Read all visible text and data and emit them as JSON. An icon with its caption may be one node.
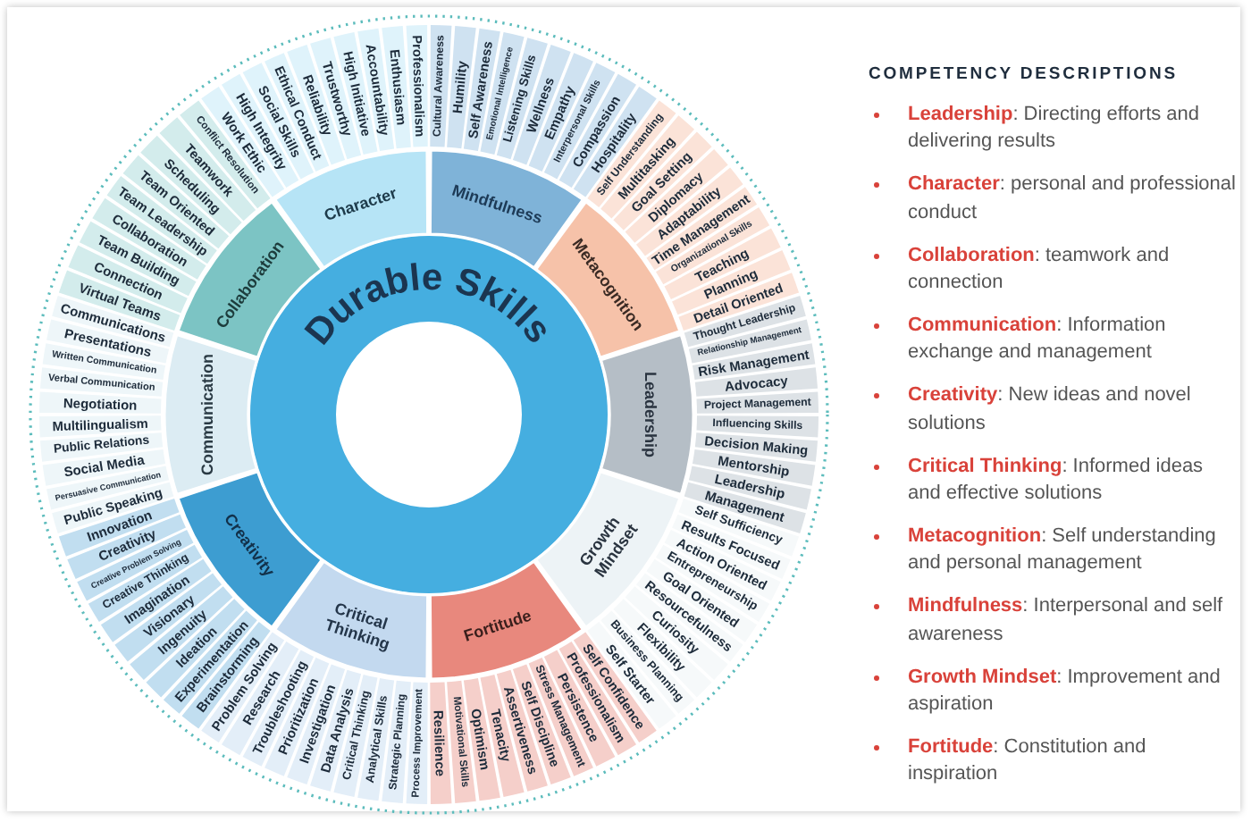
{
  "diagram": {
    "nodes": [
      {
        "text": [
          "Durable Skills"
        ]
      },
      {
        "text": [
          "Mindfulness"
        ]
      },
      {
        "text": [
          "Metacognition"
        ]
      },
      {
        "text": [
          "Leadership"
        ]
      },
      {
        "text": [
          "Growth Mindset"
        ]
      },
      {
        "text": [
          "Fortitude"
        ]
      },
      {
        "text": [
          "Critical Thinking"
        ]
      },
      {
        "text": [
          "Creativity"
        ]
      },
      {
        "text": [
          "Communication"
        ]
      },
      {
        "text": [
          "Collaboration"
        ]
      },
      {
        "text": [
          "Character"
        ]
      },
      {
        "text": [
          "Cultural Awareness"
        ]
      },
      {
        "text": [
          "Humility"
        ]
      },
      {
        "text": [
          "Self Awareness"
        ]
      },
      {
        "text": [
          "Emotional Intelligence"
        ]
      },
      {
        "text": [
          "Listening Skills"
        ]
      },
      {
        "text": [
          "Wellness"
        ]
      },
      {
        "text": [
          "Empathy"
        ]
      },
      {
        "text": [
          "Interpersonal Skills"
        ]
      },
      {
        "text": [
          "Compassion"
        ]
      },
      {
        "text": [
          "Hospitality"
        ]
      },
      {
        "text": [
          "Self Understanding"
        ]
      },
      {
        "text": [
          "Multitasking"
        ]
      },
      {
        "text": [
          "Goal Setting"
        ]
      },
      {
        "text": [
          "Diplomacy"
        ]
      },
      {
        "text": [
          "Adaptability"
        ]
      },
      {
        "text": [
          "Time Management"
        ]
      },
      {
        "text": [
          "Organizational Skills"
        ]
      },
      {
        "text": [
          "Teaching"
        ]
      },
      {
        "text": [
          "Planning"
        ]
      },
      {
        "text": [
          "Detail Oriented"
        ]
      },
      {
        "text": [
          "Thought Leadership"
        ]
      },
      {
        "text": [
          "Relationship Management"
        ]
      },
      {
        "text": [
          "Risk Management"
        ]
      },
      {
        "text": [
          "Advocacy"
        ]
      },
      {
        "text": [
          "Project Management"
        ]
      },
      {
        "text": [
          "Influencing Skills"
        ]
      },
      {
        "text": [
          "Decision Making"
        ]
      },
      {
        "text": [
          "Mentorship"
        ]
      },
      {
        "text": [
          "Leadership"
        ]
      },
      {
        "text": [
          "Management"
        ]
      },
      {
        "text": [
          "Self Sufficiency"
        ]
      },
      {
        "text": [
          "Results Focused"
        ]
      },
      {
        "text": [
          "Action Oriented"
        ]
      },
      {
        "text": [
          "Entrepreneurship"
        ]
      },
      {
        "text": [
          "Goal Oriented"
        ]
      },
      {
        "text": [
          "Resourcefulness"
        ]
      },
      {
        "text": [
          "Curiosity"
        ]
      },
      {
        "text": [
          "Flexibility"
        ]
      },
      {
        "text": [
          "Business Planning"
        ]
      },
      {
        "text": [
          "Self Starter"
        ]
      },
      {
        "text": [
          "Self Confidence"
        ]
      },
      {
        "text": [
          "Professionalism"
        ]
      },
      {
        "text": [
          "Persistence"
        ]
      },
      {
        "text": [
          "Stress Management"
        ]
      },
      {
        "text": [
          "Self Discipline"
        ]
      },
      {
        "text": [
          "Assertiveness"
        ]
      },
      {
        "text": [
          "Tenacity"
        ]
      },
      {
        "text": [
          "Optimism"
        ]
      },
      {
        "text": [
          "Motivational Skills"
        ]
      },
      {
        "text": [
          "Resilience"
        ]
      },
      {
        "text": [
          "Process Improvement"
        ]
      },
      {
        "text": [
          "Strategic Planning"
        ]
      },
      {
        "text": [
          "Analytical Skills"
        ]
      },
      {
        "text": [
          "Critical Thinking"
        ]
      },
      {
        "text": [
          "Data Analysis"
        ]
      },
      {
        "text": [
          "Investigation"
        ]
      },
      {
        "text": [
          "Prioritization"
        ]
      },
      {
        "text": [
          "Troubleshooting"
        ]
      },
      {
        "text": [
          "Research"
        ]
      },
      {
        "text": [
          "Problem Solving"
        ]
      },
      {
        "text": [
          "Brainstorming"
        ]
      },
      {
        "text": [
          "Experimentation"
        ]
      },
      {
        "text": [
          "Ideation"
        ]
      },
      {
        "text": [
          "Ingenuity"
        ]
      },
      {
        "text": [
          "Visionary"
        ]
      },
      {
        "text": [
          "Imagination"
        ]
      },
      {
        "text": [
          "Creative Thinking"
        ]
      },
      {
        "text": [
          "Creative Problem Solving"
        ]
      },
      {
        "text": [
          "Creativity"
        ]
      },
      {
        "text": [
          "Innovation"
        ]
      },
      {
        "text": [
          "Public Speaking"
        ]
      },
      {
        "text": [
          "Persuasive Communication"
        ]
      },
      {
        "text": [
          "Social Media"
        ]
      },
      {
        "text": [
          "Public Relations"
        ]
      },
      {
        "text": [
          "Multilingualism"
        ]
      },
      {
        "text": [
          "Negotiation"
        ]
      },
      {
        "text": [
          "Verbal Communication"
        ]
      },
      {
        "text": [
          "Written Communication"
        ]
      },
      {
        "text": [
          "Presentations"
        ]
      },
      {
        "text": [
          "Communications"
        ]
      },
      {
        "text": [
          "Virtual Teams"
        ]
      },
      {
        "text": [
          "Connection"
        ]
      },
      {
        "text": [
          "Team Building"
        ]
      },
      {
        "text": [
          "Collaboration"
        ]
      },
      {
        "text": [
          "Team Leadership"
        ]
      },
      {
        "text": [
          "Team Oriented"
        ]
      },
      {
        "text": [
          "Scheduling"
        ]
      },
      {
        "text": [
          "Teamwork"
        ]
      },
      {
        "text": [
          "Conflict Resolution"
        ]
      },
      {
        "text": [
          "Work Ethic"
        ]
      },
      {
        "text": [
          "High Integrity"
        ]
      },
      {
        "text": [
          "Social Skills"
        ]
      },
      {
        "text": [
          "Ethical Conduct"
        ]
      },
      {
        "text": [
          "Reliability"
        ]
      },
      {
        "text": [
          "Trustworthy"
        ]
      },
      {
        "text": [
          "High Initiative"
        ]
      },
      {
        "text": [
          "Accountability"
        ]
      },
      {
        "text": [
          "Enthusiasm"
        ]
      },
      {
        "text": [
          "Professionalism"
        ]
      }
    ],
    "labels": [
      "COMPETENCY DESCRIPTIONS",
      "**Leadership**: Directing efforts and delivering results",
      "**Character**: personal and professional conduct",
      "**Collaboration**: teamwork and connection",
      "**Communication**: Information exchange and management",
      "**Creativity**: New ideas and novel solutions",
      "**Critical Thinking**: Informed ideas and effective solutions",
      "**Metacognition**: Self understanding and personal management",
      "**Mindfulness**: Interpersonal and self awareness",
      "**Growth Mindset**: Improvement and aspiration",
      "**Fortitude**: Constitution and inspiration"
    ]
  }
}
